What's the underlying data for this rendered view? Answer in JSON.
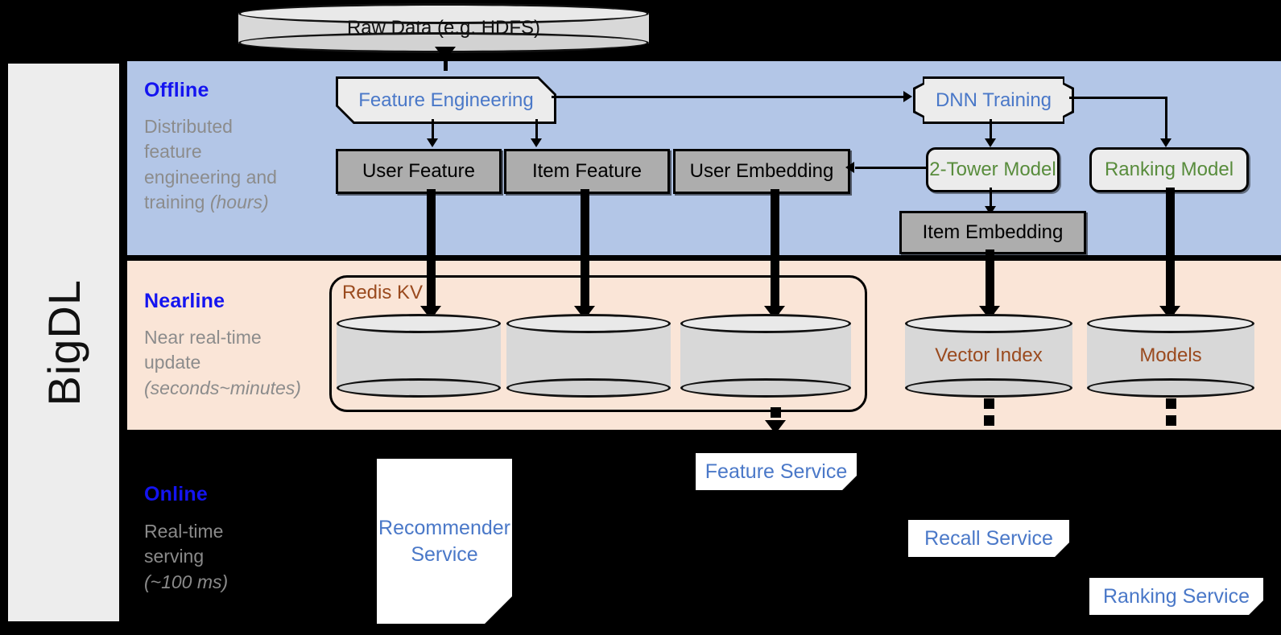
{
  "sidebar": {
    "label": "BigDL"
  },
  "source": {
    "raw_data": "Raw Data (e.g. HDFS)"
  },
  "bands": {
    "offline": {
      "title": "Offline",
      "desc_line1": "Distributed",
      "desc_line2": "feature",
      "desc_line3": "engineering and",
      "desc_line4": "training ",
      "desc_italic": "(hours)"
    },
    "nearline": {
      "title": "Nearline",
      "desc_line1": "Near real-time",
      "desc_line2": "update",
      "desc_italic": "(seconds~minutes)"
    },
    "online": {
      "title": "Online",
      "desc_line1": "Real-time",
      "desc_line2": "serving",
      "desc_italic": "(~100 ms)"
    }
  },
  "offline": {
    "feature_engineering": "Feature Engineering",
    "dnn_training": "DNN Training",
    "user_feature": "User Feature",
    "item_feature": "Item Feature",
    "user_embedding": "User Embedding",
    "two_tower_model": "2-Tower Model",
    "ranking_model": "Ranking Model",
    "item_embedding": "Item Embedding"
  },
  "nearline": {
    "redis_kv": "Redis KV",
    "vector_index": "Vector Index",
    "models": "Models"
  },
  "online": {
    "recommender_service_line1": "Recommender",
    "recommender_service_line2": "Service",
    "feature_service": "Feature Service",
    "recall_service": "Recall Service",
    "ranking_service": "Ranking Service"
  },
  "colors": {
    "offline_band": "#b3c6e7",
    "nearline_band": "#fae5d7",
    "online_band": "#000000",
    "band_title": "#1414f0",
    "band_desc": "#8c8c8c",
    "blue_text": "#4a78c8",
    "green_text": "#588c3c",
    "brown_text": "#9a4a1e",
    "gray_box": "#adadad",
    "light_box": "#ececec",
    "sidebar_bg": "#ededed"
  }
}
